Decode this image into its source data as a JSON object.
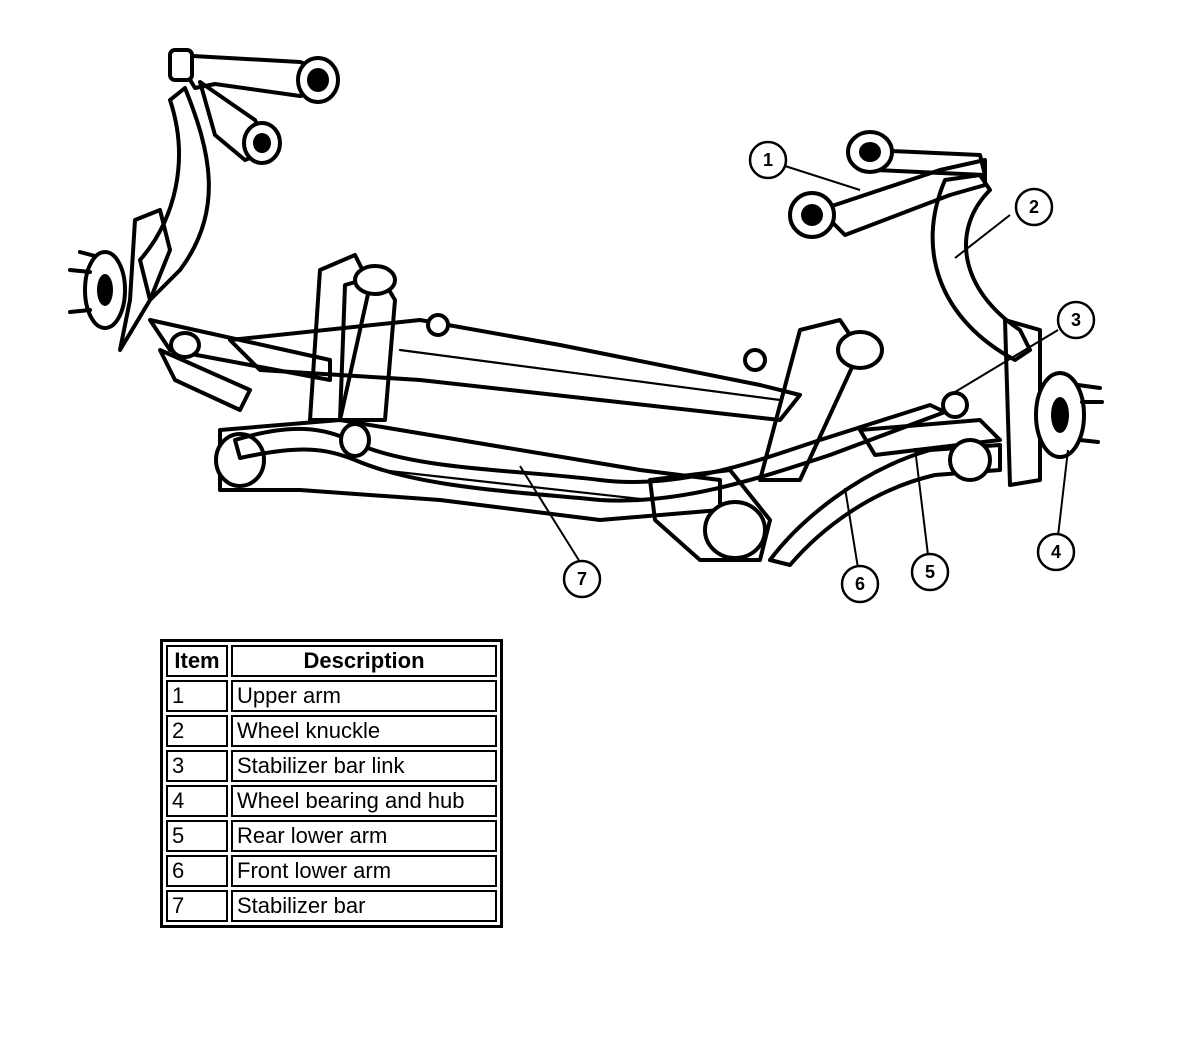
{
  "callouts": [
    {
      "id": "1",
      "label": "Upper arm"
    },
    {
      "id": "2",
      "label": "Wheel knuckle"
    },
    {
      "id": "3",
      "label": "Stabilizer bar link"
    },
    {
      "id": "4",
      "label": "Wheel bearing and hub"
    },
    {
      "id": "5",
      "label": "Rear lower arm"
    },
    {
      "id": "6",
      "label": "Front lower arm"
    },
    {
      "id": "7",
      "label": "Stabilizer bar"
    }
  ],
  "legend": {
    "header_item": "Item",
    "header_description": "Description",
    "rows": [
      {
        "item": "1",
        "description": "Upper arm"
      },
      {
        "item": "2",
        "description": "Wheel knuckle"
      },
      {
        "item": "3",
        "description": "Stabilizer bar link"
      },
      {
        "item": "4",
        "description": "Wheel bearing and hub"
      },
      {
        "item": "5",
        "description": "Rear lower arm"
      },
      {
        "item": "6",
        "description": "Front lower arm"
      },
      {
        "item": "7",
        "description": "Stabilizer bar"
      }
    ]
  }
}
